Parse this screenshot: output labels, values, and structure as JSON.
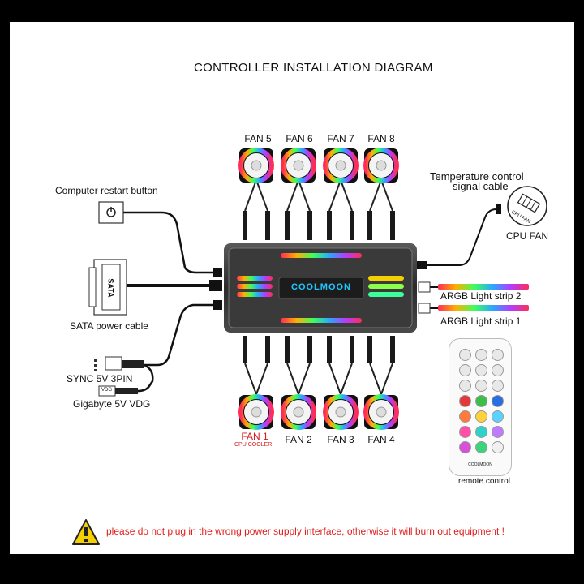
{
  "title": "CONTROLLER INSTALLATION DIAGRAM",
  "fans_top": [
    {
      "label": "FAN 5"
    },
    {
      "label": "FAN 6"
    },
    {
      "label": "FAN 7"
    },
    {
      "label": "FAN 8"
    }
  ],
  "fans_bottom": [
    {
      "label": "FAN 1",
      "sublabel": "CPU COOLER"
    },
    {
      "label": "FAN 2"
    },
    {
      "label": "FAN 3"
    },
    {
      "label": "FAN 4"
    }
  ],
  "left_labels": {
    "restart": "Computer restart button",
    "sata": "SATA power cable",
    "sata_connector": "SATA",
    "sync": "SYNC 5V 3PIN",
    "vdg_tag": "VDG",
    "gigabyte": "Gigabyte 5V VDG"
  },
  "right_labels": {
    "temp_line1": "Temperature control",
    "temp_line2": "signal cable",
    "cpu_fan_icon": "CPU FAN",
    "cpu_fan": "CPU FAN",
    "argb2": "ARGB Light strip 2",
    "argb1": "ARGB Light strip 1"
  },
  "hub": {
    "brand": "COOLMOON"
  },
  "remote": {
    "brand": "COOLMOON",
    "label": "remote control"
  },
  "warning": "please do not plug in the wrong power supply interface, otherwise it will burn out equipment !",
  "colors": {
    "warning": "#e0201c",
    "warning_icon": "#f5d000",
    "hub_body": "#2b2b2b",
    "brand_text": "#1ec8ff"
  },
  "icons": [
    "power-icon",
    "warning-icon",
    "fan-icon",
    "sata-connector-icon"
  ]
}
